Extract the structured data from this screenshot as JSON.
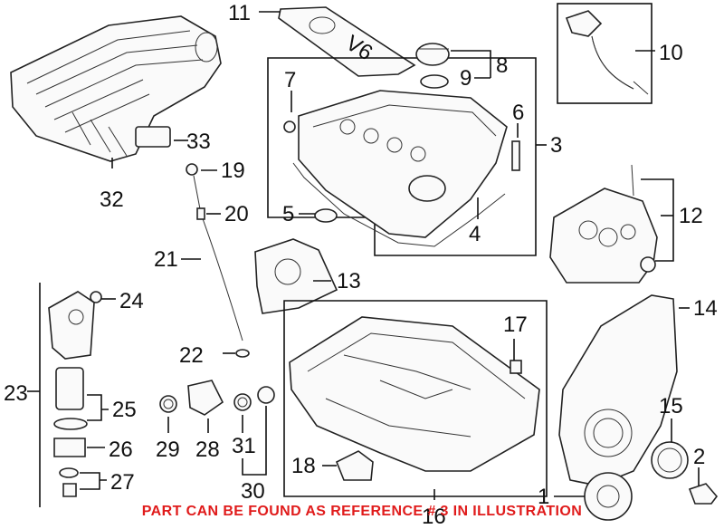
{
  "diagram": {
    "callouts": {
      "c1": "1",
      "c2": "2",
      "c3": "3",
      "c4": "4",
      "c5": "5",
      "c6": "6",
      "c7": "7",
      "c8": "8",
      "c9": "9",
      "c10": "10",
      "c11": "11",
      "c12": "12",
      "c13": "13",
      "c14": "14",
      "c15": "15",
      "c16": "16",
      "c17": "17",
      "c18": "18",
      "c19": "19",
      "c20": "20",
      "c21": "21",
      "c22": "22",
      "c23": "23",
      "c24": "24",
      "c25": "25",
      "c26": "26",
      "c27": "27",
      "c28": "28",
      "c29": "29",
      "c30": "30",
      "c31": "31",
      "c32": "32",
      "c33": "33"
    },
    "cover_badge": "V6",
    "notice": "PART CAN BE FOUND AS REFERENCE # 3 IN ILLUSTRATION"
  }
}
